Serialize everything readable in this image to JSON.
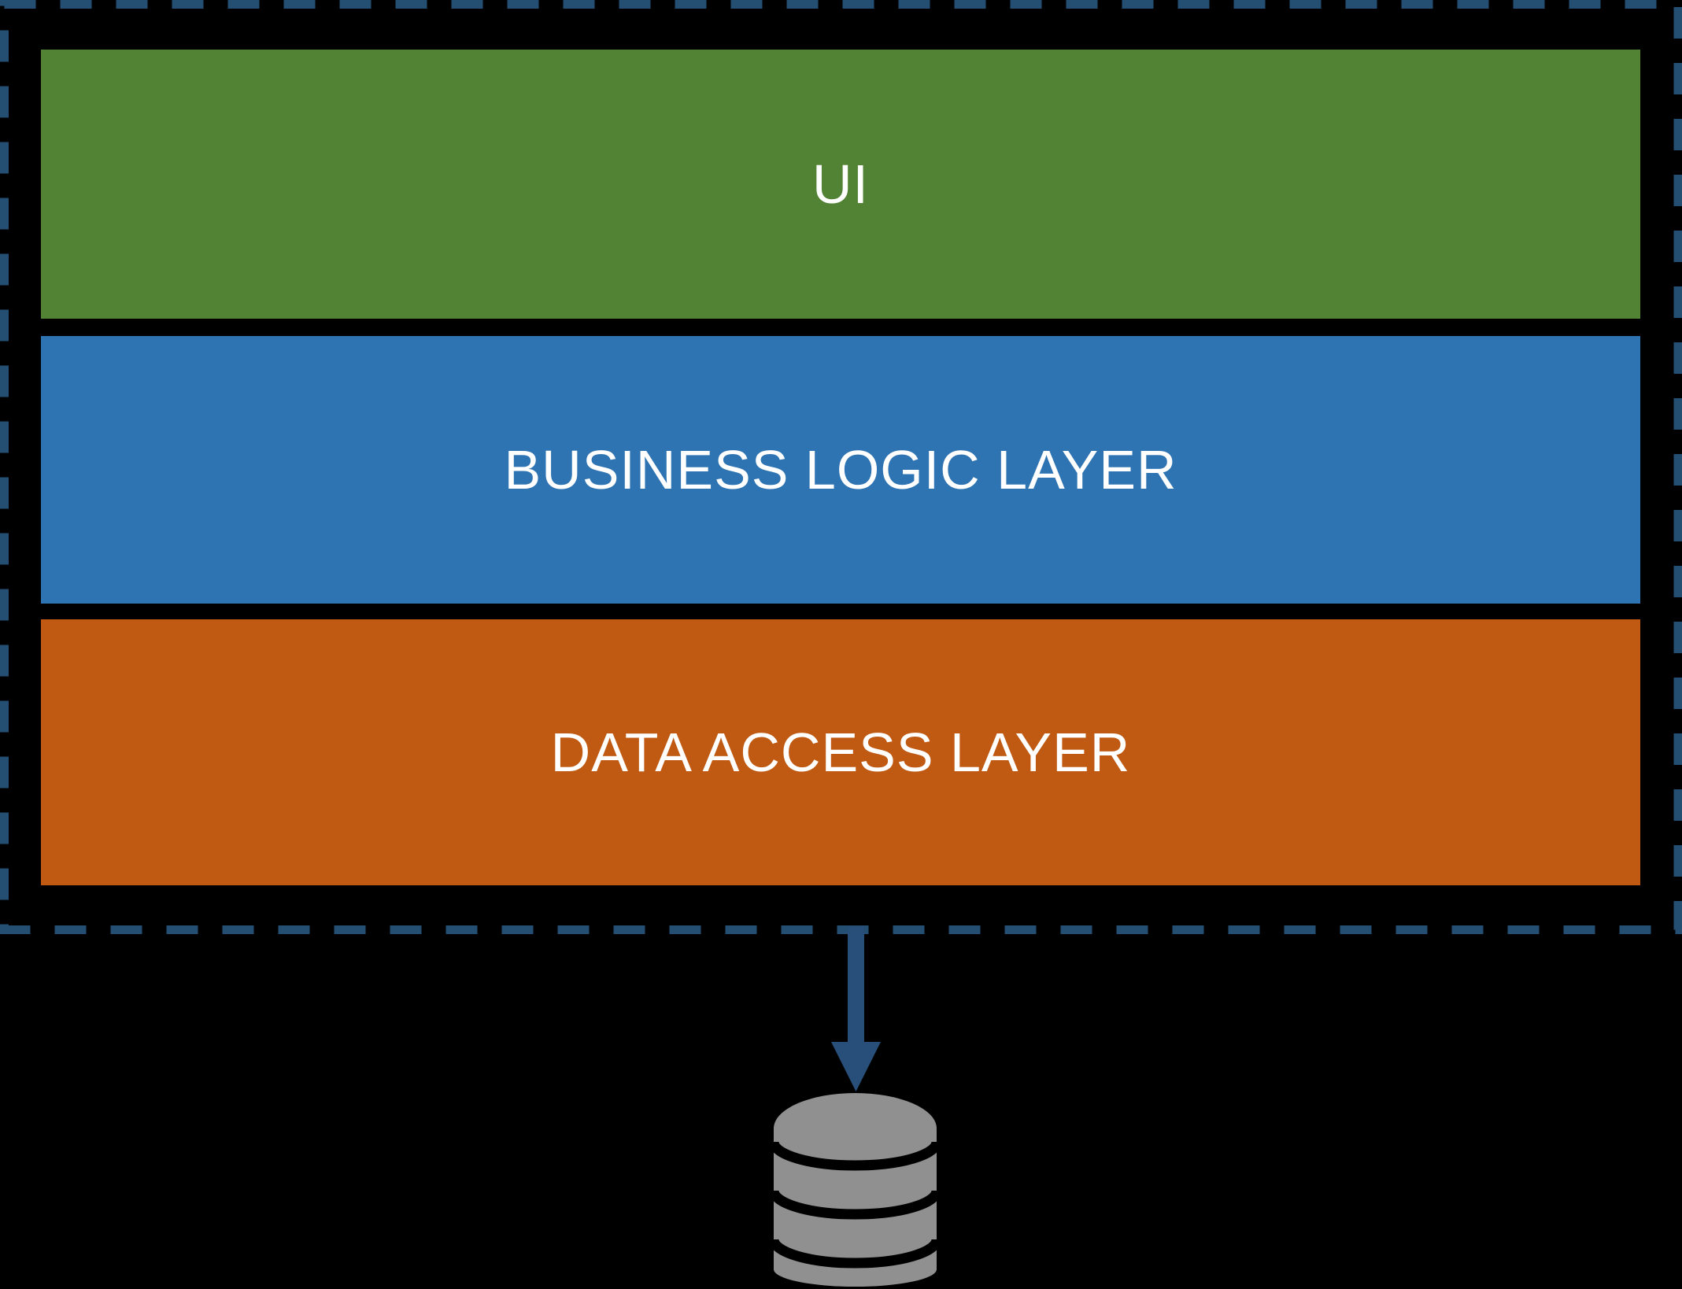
{
  "diagram": {
    "background": "#000000",
    "boundary": {
      "style": "dashed",
      "color": "#254E73"
    },
    "layers": [
      {
        "label": "UI",
        "color": "#528334",
        "text_color": "#FFFFFF"
      },
      {
        "label": "BUSINESS LOGIC LAYER",
        "color": "#2E74B3",
        "text_color": "#FFFFFF"
      },
      {
        "label": "DATA ACCESS LAYER",
        "color": "#C05A13",
        "text_color": "#FFFFFF"
      }
    ],
    "arrow": {
      "direction": "down",
      "color": "#274F7A"
    },
    "database": {
      "icon": "database-cylinder-icon",
      "color": "#909090"
    }
  }
}
